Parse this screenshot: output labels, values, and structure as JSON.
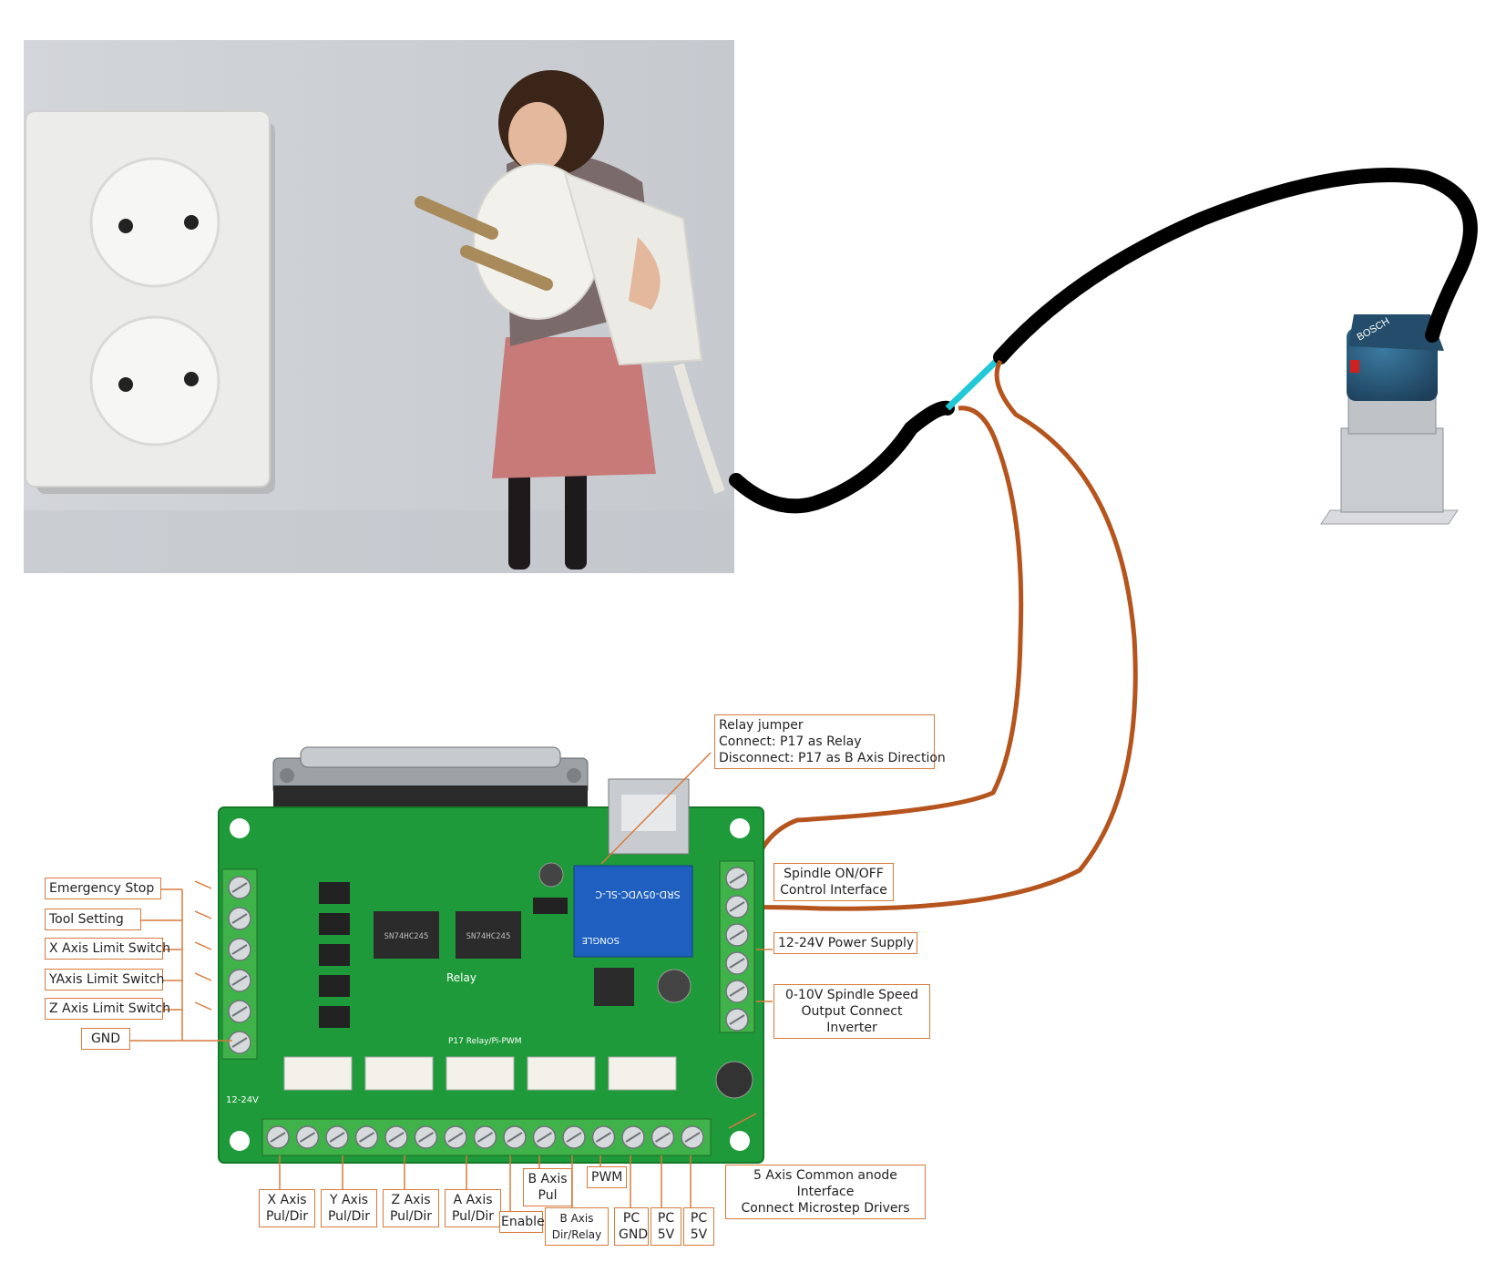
{
  "colors": {
    "cable": "#000000",
    "wire": "#b5541d",
    "cyan": "#23c8d8",
    "pcb": "#1f9a3a",
    "terminal": "#3fb34a",
    "label_border": "#d97a3c"
  },
  "photo": {
    "socket_icon": "wall-socket-icon",
    "child_icon": "child-with-plug-icon",
    "router_icon": "bosch-router-icon",
    "router_brand": "BOSCH"
  },
  "board": {
    "relay_text": "SRD-05VDC-SL-C",
    "relay_brand": "SONGLE",
    "chip1": "SN74HC245",
    "chip2": "SN74HC245",
    "relay_silk": "Relay",
    "silk_12v": "12-24V",
    "silk_p17": "P17 Relay/Pi-PWM"
  },
  "left_labels": [
    "Emergency Stop",
    "Tool Setting",
    "X Axis Limit Switch",
    "YAxis Limit Switch",
    "Z Axis Limit Switch",
    "GND"
  ],
  "relay_jumper": [
    "Relay jumper",
    "Connect: P17 as Relay",
    "Disconnect: P17 as B Axis Direction"
  ],
  "right_labels": {
    "spindle_onoff": [
      "Spindle ON/OFF",
      "Control Interface"
    ],
    "power": "12-24V Power Supply",
    "spindle_speed": [
      "0-10V Spindle Speed",
      "Output Connect Inverter"
    ],
    "common_anode": [
      "5 Axis Common anode Interface",
      "Connect Microstep Drivers"
    ]
  },
  "bottom_labels": {
    "x_axis": [
      "X Axis",
      "Pul/Dir"
    ],
    "y_axis": [
      "Y Axis",
      "Pul/Dir"
    ],
    "z_axis": [
      "Z Axis",
      "Pul/Dir"
    ],
    "a_axis": [
      "A Axis",
      "Pul/Dir"
    ],
    "enable": "Enable",
    "b_pul": [
      "B Axis",
      "Pul"
    ],
    "b_dir": [
      "B Axis",
      "Dir/Relay"
    ],
    "pwm": "PWM",
    "pc_gnd": [
      "PC",
      "GND"
    ],
    "pc_5v_1": [
      "PC",
      "5V"
    ],
    "pc_5v_2": [
      "PC",
      "5V"
    ]
  }
}
